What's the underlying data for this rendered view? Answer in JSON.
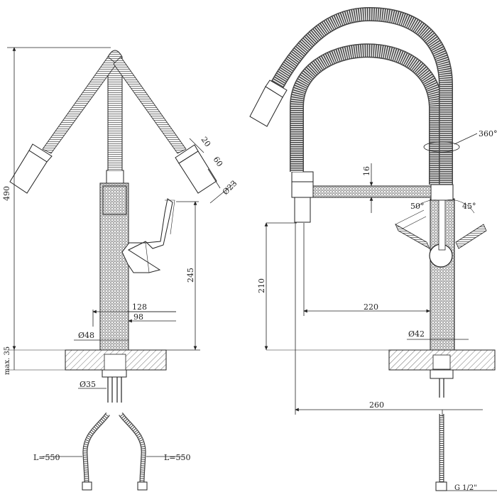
{
  "dimensions": {
    "height_total": "490",
    "hose_outer": "20",
    "hose_len": "60",
    "hose_dia": "Ø23",
    "handle_height": "245",
    "reach_128": "128",
    "reach_98": "98",
    "body_dia": "Ø48",
    "max_mount": "max. 35",
    "shank_dia": "Ø35",
    "hose_left": "L=550",
    "hose_right": "L=550",
    "swivel": "360°",
    "spout_thick": "16",
    "angle_50": "50°",
    "angle_45": "45°",
    "height_210": "210",
    "spout_reach": "220",
    "body_dia_right": "Ø42",
    "width_260": "260",
    "thread": "G 1/2\""
  }
}
